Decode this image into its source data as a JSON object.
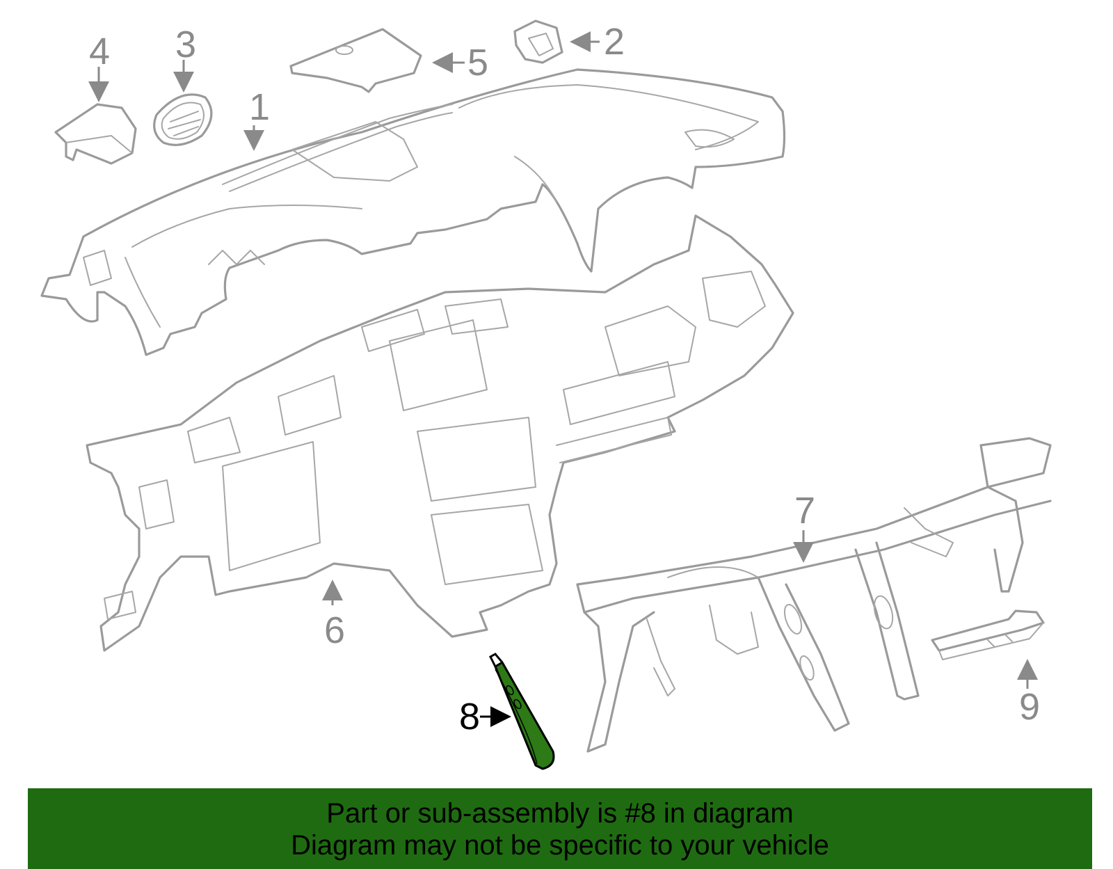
{
  "diagram": {
    "callouts": [
      "1",
      "2",
      "3",
      "4",
      "5",
      "6",
      "7",
      "8",
      "9"
    ],
    "highlighted_callout": "8",
    "colors": {
      "line_art": "#9a9a9a",
      "label_text": "#8a8a8a",
      "highlight_fill": "#2d7a16",
      "highlight_label": "#000000",
      "banner_bg": "#1f6b12"
    }
  },
  "banner": {
    "line1": "Part or sub-assembly is #8 in diagram",
    "line2": "Diagram may not be specific to your vehicle"
  }
}
